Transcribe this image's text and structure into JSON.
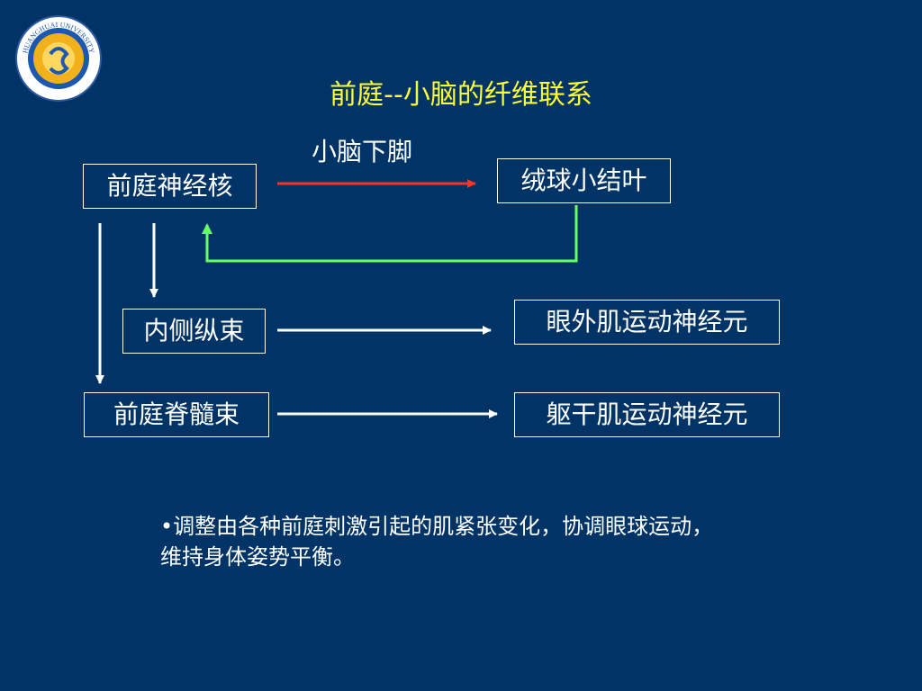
{
  "title": "前庭--小脑的纤维联系",
  "logo": {
    "text": "HUANGHUAI UNIVERSITY",
    "icon": "university-seal-icon"
  },
  "diagram": {
    "top_edge_label": "小脑下脚",
    "nodes": {
      "vestibular_nucleus": "前庭神经核",
      "flocculonodular_lobe": "绒球小结叶",
      "medial_longitudinal_fasciculus": "内侧纵束",
      "extraocular_motor_neurons": "眼外肌运动神经元",
      "vestibulospinal_tract": "前庭脊髓束",
      "trunk_motor_neurons": "躯干肌运动神经元"
    },
    "colors": {
      "forward_arrow": "#ff3322",
      "feedback_arrow": "#66ff66",
      "white_arrow": "#ffffff"
    }
  },
  "note": {
    "bullet": "•",
    "text": "调整由各种前庭刺激引起的肌紧张变化，协调眼球运动，维持身体姿势平衡。"
  }
}
